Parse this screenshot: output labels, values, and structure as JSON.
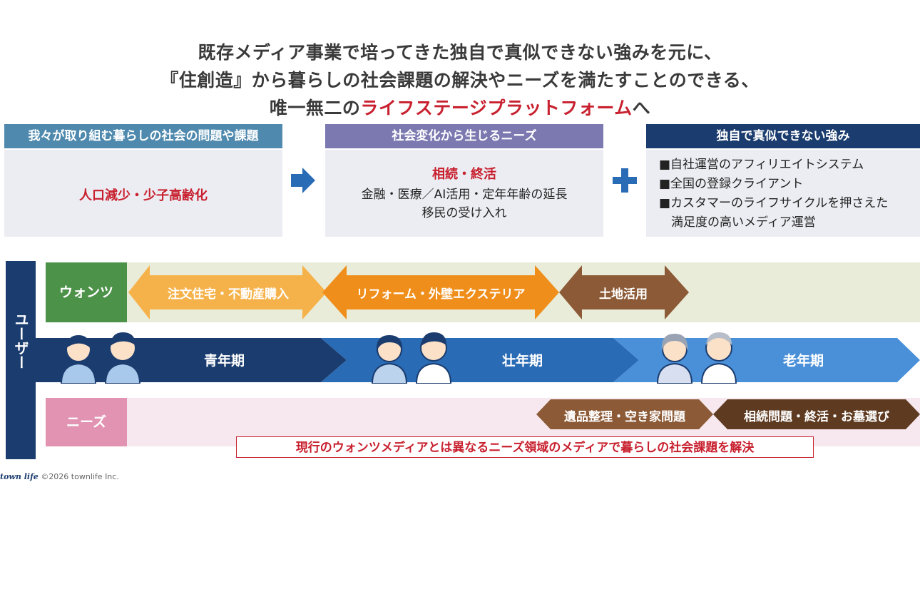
{
  "title": {
    "line1": "既存メディア事業で培ってきた独自で真似できない強みを元に、",
    "line2": "『住創造』から暮らしの社会課題の解決やニーズを満たすことのできる、",
    "line3_prefix": "唯一無二の",
    "line3_highlight": "ライフステージプラットフォーム",
    "line3_suffix": "へ"
  },
  "boxes": {
    "problems": {
      "header": "我々が取り組む暮らしの社会の問題や課題",
      "text": "人口減少・少子高齢化"
    },
    "needs": {
      "header": "社会変化から生じるニーズ",
      "highlight": "相続・終活",
      "line2": "金融・医療／AI活用・定年年齢の延長",
      "line3": "移民の受け入れ"
    },
    "strengths": {
      "header": "独自で真似できない強み",
      "items": [
        "■自社運営のアフィリエイトシステム",
        "■全国の登録クライアント",
        "■カスタマーのライフサイクルを押さえた",
        "　満足度の高いメディア運営"
      ]
    }
  },
  "user_label": "ユーザー",
  "wants": {
    "label": "ウォンツ",
    "arrows": [
      "注文住宅・不動産購入",
      "リフォーム・外壁エクステリア",
      "土地活用"
    ]
  },
  "stages": [
    "青年期",
    "壮年期",
    "老年期"
  ],
  "needs_row": {
    "label": "ニーズ",
    "arrows": [
      "遺品整理・空き家問題",
      "相続問題・終活・お墓選び"
    ],
    "banner": "現行のウォンツメディアとは異なるニーズ領域のメディアで暮らしの社会課題を解決"
  },
  "footer": {
    "logo": "town life",
    "copyright": "©2026 townlife Inc."
  },
  "colors": {
    "accent_red": "#c8202e",
    "navy": "#1b3c6e",
    "wants_green": "#4d9249",
    "needs_pink": "#e193b1",
    "orange_light": "#f6b24a",
    "orange": "#ef8e1a",
    "brown": "#8c5a36",
    "header_teal": "#4f8aae",
    "header_purple": "#7b79b0"
  }
}
